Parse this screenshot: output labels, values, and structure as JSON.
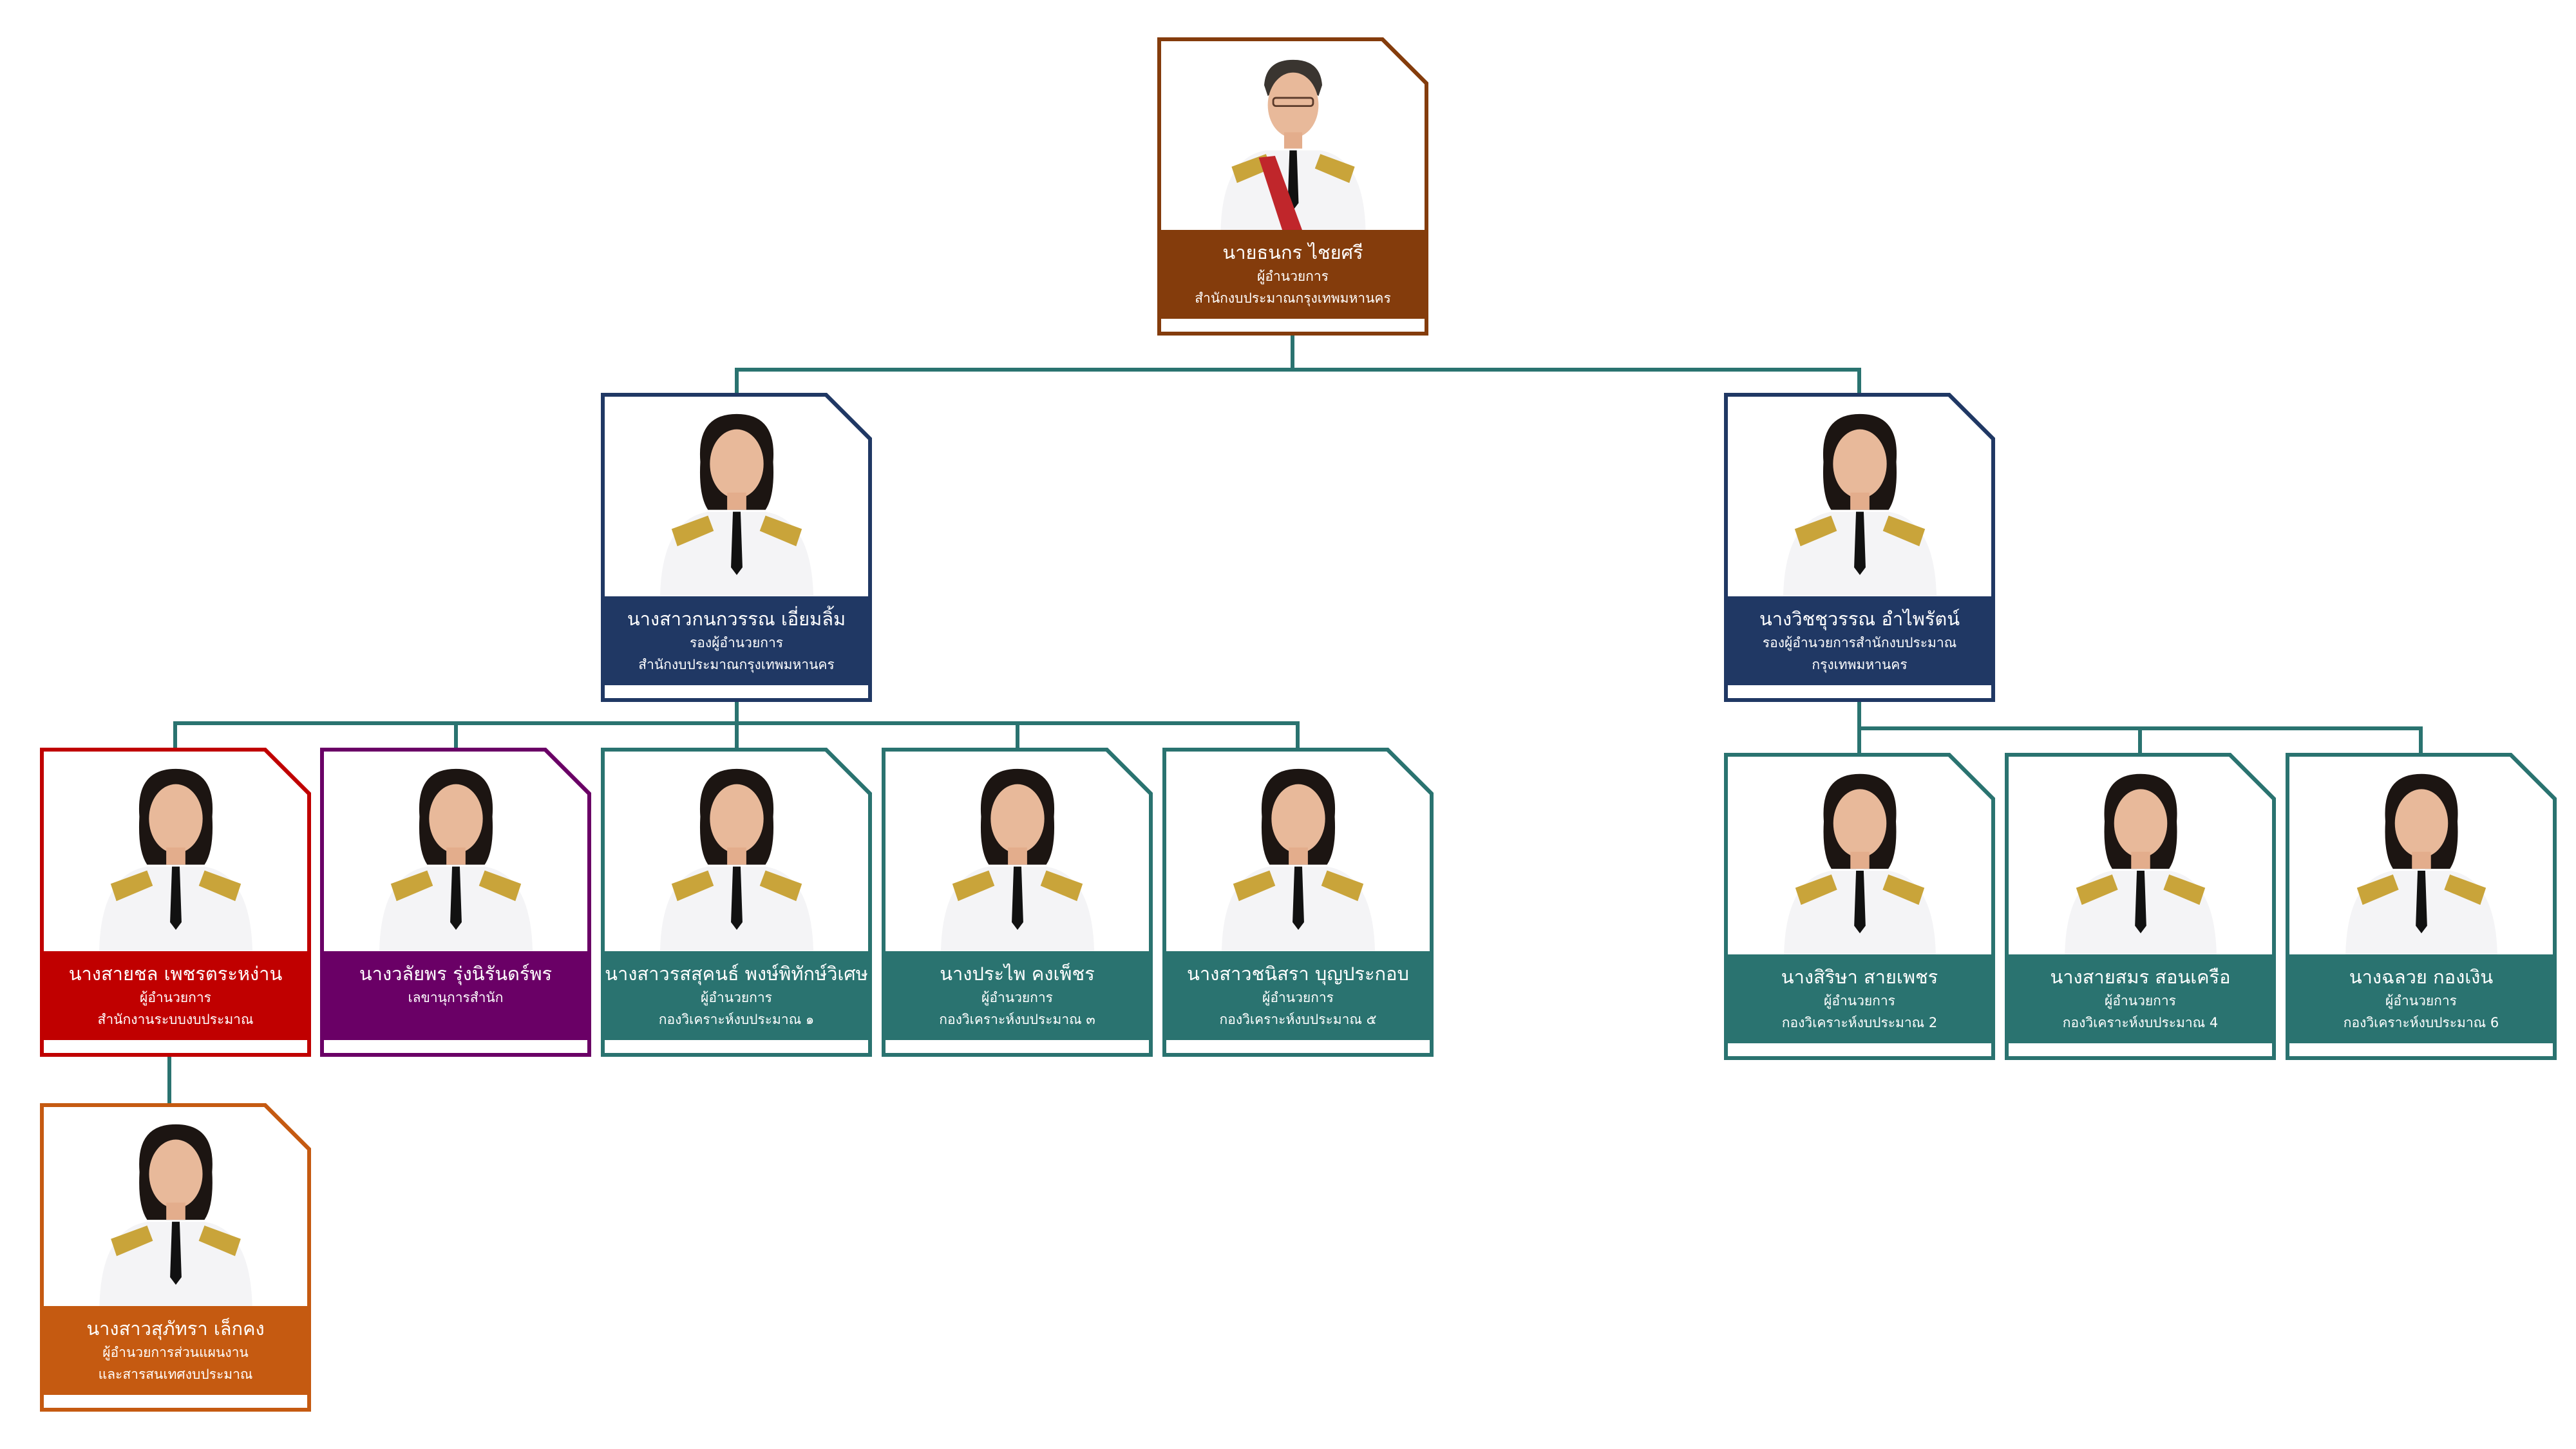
{
  "colors": {
    "connector": "#2a7370",
    "director": "#843c0c",
    "deputy": "#203864",
    "red": "#c00000",
    "purple": "#6a0066",
    "teal": "#2a7370",
    "orange": "#c55a11"
  },
  "people": [
    {
      "id": "director",
      "name": "นายธนกร ไชยศรี",
      "lines": [
        "ผู้อำนวยการ",
        "สำนักงบประมาณกรุงเทพมหานคร"
      ],
      "color": "#843c0c",
      "photo": "man-portrait"
    },
    {
      "id": "deputy-1",
      "name": "นางสาวกนกวรรณ เอี่ยมลิ้ม",
      "lines": [
        "รองผู้อำนวยการ",
        "สำนักงบประมาณกรุงเทพมหานคร"
      ],
      "color": "#203864",
      "photo": "woman-portrait"
    },
    {
      "id": "deputy-2",
      "name": "นางวิชชุวรรณ อำไพรัตน์",
      "lines": [
        "รองผู้อำนวยการสำนักงบประมาณ",
        "กรุงเทพมหานคร"
      ],
      "color": "#203864",
      "photo": "woman-portrait"
    },
    {
      "id": "budget-system",
      "name": "นางสายชล เพชรตระหง่าน",
      "lines": [
        "ผู้อำนวยการ",
        "สำนักงานระบบงบประมาณ"
      ],
      "color": "#c00000",
      "photo": "woman-portrait"
    },
    {
      "id": "secretary",
      "name": "นางวลัยพร รุ่งนิรันดร์พร",
      "lines": [
        "เลขานุการสำนัก"
      ],
      "color": "#6a0066",
      "photo": "woman-portrait"
    },
    {
      "id": "analysis-1",
      "name": "นางสาวรสสุคนธ์ พงษ์พิทักษ์วิเศษ",
      "lines": [
        "ผู้อำนวยการ",
        "กองวิเคราะห์งบประมาณ ๑"
      ],
      "color": "#2a7370",
      "photo": "woman-portrait"
    },
    {
      "id": "analysis-3",
      "name": "นางประไพ คงเพ็ชร",
      "lines": [
        "ผู้อำนวยการ",
        "กองวิเคราะห์งบประมาณ ๓"
      ],
      "color": "#2a7370",
      "photo": "woman-portrait"
    },
    {
      "id": "analysis-5",
      "name": "นางสาวชนิสรา บุญประกอบ",
      "lines": [
        "ผู้อำนวยการ",
        "กองวิเคราะห์งบประมาณ ๕"
      ],
      "color": "#2a7370",
      "photo": "woman-portrait"
    },
    {
      "id": "analysis-2",
      "name": "นางสิริษา สายเพชร",
      "lines": [
        "ผู้อำนวยการ",
        "กองวิเคราะห์งบประมาณ 2"
      ],
      "color": "#2a7370",
      "photo": "woman-portrait"
    },
    {
      "id": "analysis-4",
      "name": "นางสายสมร สอนเครือ",
      "lines": [
        "ผู้อำนวยการ",
        "กองวิเคราะห์งบประมาณ 4"
      ],
      "color": "#2a7370",
      "photo": "woman-portrait"
    },
    {
      "id": "analysis-6",
      "name": "นางฉลวย กองเงิน",
      "lines": [
        "ผู้อำนวยการ",
        "กองวิเคราะห์งบประมาณ 6"
      ],
      "color": "#2a7370",
      "photo": "woman-portrait"
    },
    {
      "id": "planning",
      "name": "นางสาวสุภัทรา เล็กคง",
      "lines": [
        "ผู้อำนวยการส่วนแผนงาน",
        "และสารสนเทศงบประมาณ"
      ],
      "color": "#c55a11",
      "photo": "woman-portrait"
    }
  ]
}
